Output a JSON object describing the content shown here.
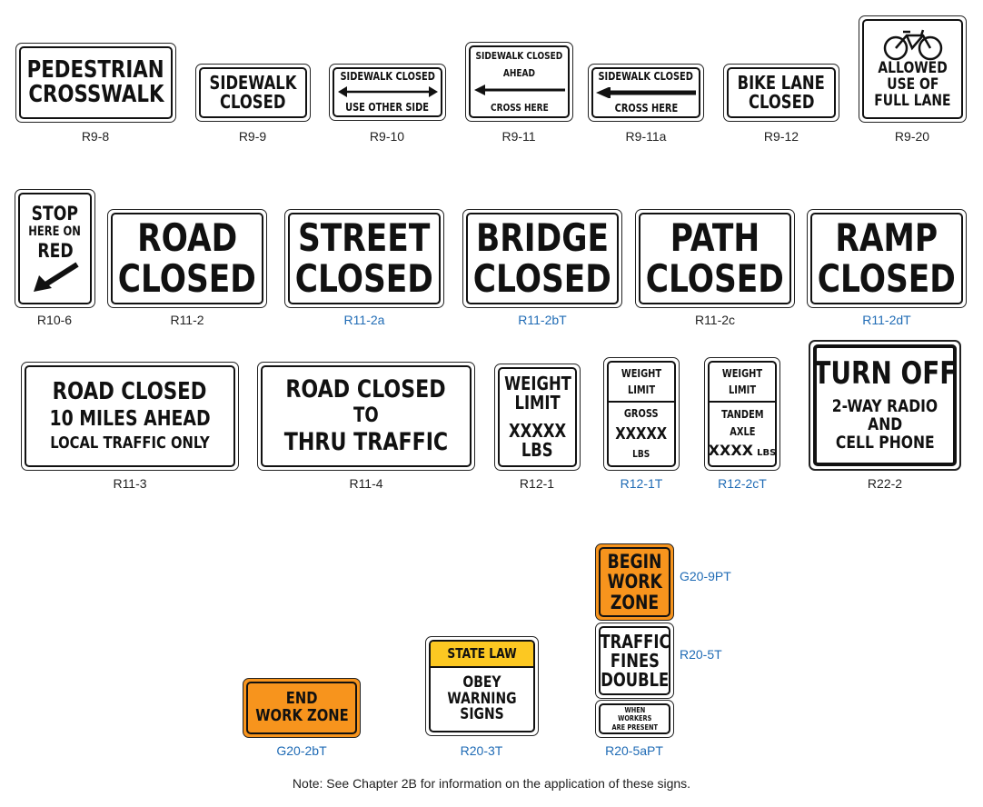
{
  "signs": {
    "r9_8": {
      "lines": [
        "PEDESTRIAN",
        "CROSSWALK"
      ],
      "code": "R9-8"
    },
    "r9_9": {
      "lines": [
        "SIDEWALK",
        "CLOSED"
      ],
      "code": "R9-9"
    },
    "r9_10": {
      "top": "SIDEWALK CLOSED",
      "bottom": "USE OTHER SIDE",
      "code": "R9-10"
    },
    "r9_11": {
      "top1": "SIDEWALK CLOSED",
      "top2": "AHEAD",
      "bottom": "CROSS HERE",
      "code": "R9-11"
    },
    "r9_11a": {
      "top": "SIDEWALK CLOSED",
      "bottom": "CROSS HERE",
      "code": "R9-11a"
    },
    "r9_12": {
      "lines": [
        "BIKE LANE",
        "CLOSED"
      ],
      "code": "R9-12"
    },
    "r9_20": {
      "lines": [
        "ALLOWED",
        "USE OF",
        "FULL LANE"
      ],
      "code": "R9-20"
    },
    "r10_6": {
      "lines": [
        "STOP",
        "HERE ON",
        "RED"
      ],
      "code": "R10-6"
    },
    "r11_2": {
      "lines": [
        "ROAD",
        "CLOSED"
      ],
      "code": "R11-2"
    },
    "r11_2a": {
      "lines": [
        "STREET",
        "CLOSED"
      ],
      "code": "R11-2a"
    },
    "r11_2bt": {
      "lines": [
        "BRIDGE",
        "CLOSED"
      ],
      "code": "R11-2bT"
    },
    "r11_2c": {
      "lines": [
        "PATH",
        "CLOSED"
      ],
      "code": "R11-2c"
    },
    "r11_2dt": {
      "lines": [
        "RAMP",
        "CLOSED"
      ],
      "code": "R11-2dT"
    },
    "r11_3": {
      "lines": [
        "ROAD CLOSED",
        "10 MILES AHEAD",
        "LOCAL TRAFFIC ONLY"
      ],
      "code": "R11-3"
    },
    "r11_4": {
      "lines": [
        "ROAD CLOSED",
        "TO",
        "THRU TRAFFIC"
      ],
      "code": "R11-4"
    },
    "r12_1": {
      "lines": [
        "WEIGHT",
        "LIMIT",
        "XXXXX",
        "LBS"
      ],
      "code": "R12-1"
    },
    "r12_1t": {
      "top": [
        "WEIGHT",
        "LIMIT"
      ],
      "bottom": [
        "GROSS",
        "XXXXX",
        "LBS"
      ],
      "code": "R12-1T"
    },
    "r12_2ct": {
      "top": [
        "WEIGHT",
        "LIMIT"
      ],
      "bottom": [
        "TANDEM",
        "AXLE",
        "XXXX",
        "LBS"
      ],
      "code": "R12-2cT"
    },
    "r22_2": {
      "lines": [
        "TURN OFF",
        "2-WAY RADIO",
        "AND",
        "CELL PHONE"
      ],
      "code": "R22-2"
    },
    "g20_2bt": {
      "lines": [
        "END",
        "WORK ZONE"
      ],
      "code": "G20-2bT"
    },
    "r20_3t": {
      "header": "STATE LAW",
      "lines": [
        "OBEY",
        "WARNING",
        "SIGNS"
      ],
      "code": "R20-3T"
    },
    "g20_9pt": {
      "lines": [
        "BEGIN",
        "WORK",
        "ZONE"
      ],
      "code": "G20-9PT"
    },
    "r20_5t": {
      "lines": [
        "TRAFFIC",
        "FINES",
        "DOUBLE"
      ],
      "code": "R20-5T"
    },
    "r20_5apt": {
      "lines": [
        "WHEN",
        "WORKERS",
        "ARE PRESENT"
      ],
      "code": "R20-5aPT"
    }
  },
  "colors": {
    "orange": "#f7941d",
    "yellow": "#fcc822",
    "label_blue": "#1f6bb5",
    "label_black": "#222222"
  },
  "note": "Note:  See Chapter 2B for information on the application of these signs."
}
